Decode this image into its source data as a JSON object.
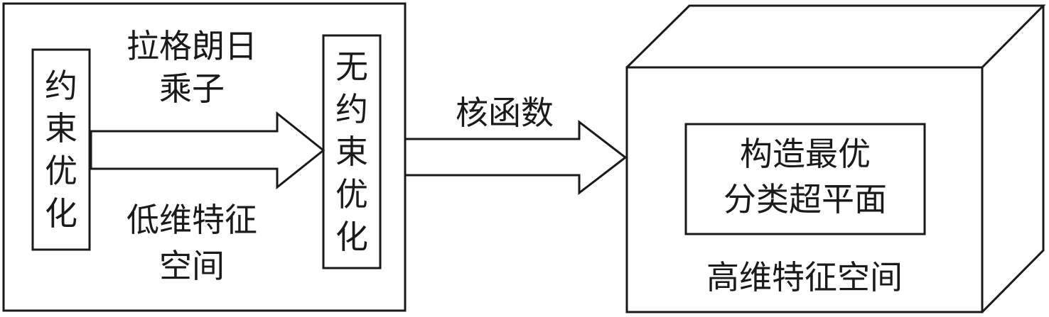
{
  "left_panel": {
    "left_box_text": "约束优化",
    "top_label_line1": "拉格朗日",
    "top_label_line2": "乘子",
    "bottom_label_line1": "低维特征",
    "bottom_label_line2": "空间",
    "right_box_text": "无约束优化"
  },
  "middle": {
    "arrow_label": "核函数"
  },
  "cube": {
    "inner_line1": "构造最优",
    "inner_line2": "分类超平面",
    "bottom_label": "高维特征空间"
  }
}
